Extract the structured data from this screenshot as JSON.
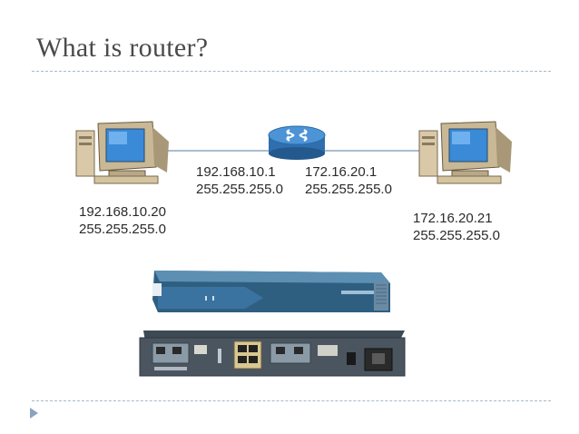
{
  "slide": {
    "title": "What is router?"
  },
  "diagram": {
    "left_host": {
      "ip": "192.168.10.20",
      "mask": "255.255.255.0"
    },
    "router_left_port": {
      "ip": "192.168.10.1",
      "mask": "255.255.255.0"
    },
    "router_right_port": {
      "ip": "172.16.20.1",
      "mask": "255.255.255.0"
    },
    "right_host": {
      "ip": "172.16.20.21",
      "mask": "255.255.255.0"
    }
  },
  "colors": {
    "link_line": "#8fa6c0",
    "router_body": "#3f7fbf",
    "hardware_front": "#2f5f80",
    "rule": "#a8b8c8"
  },
  "icons": [
    "computer-icon",
    "router-icon",
    "router-hardware-image"
  ]
}
